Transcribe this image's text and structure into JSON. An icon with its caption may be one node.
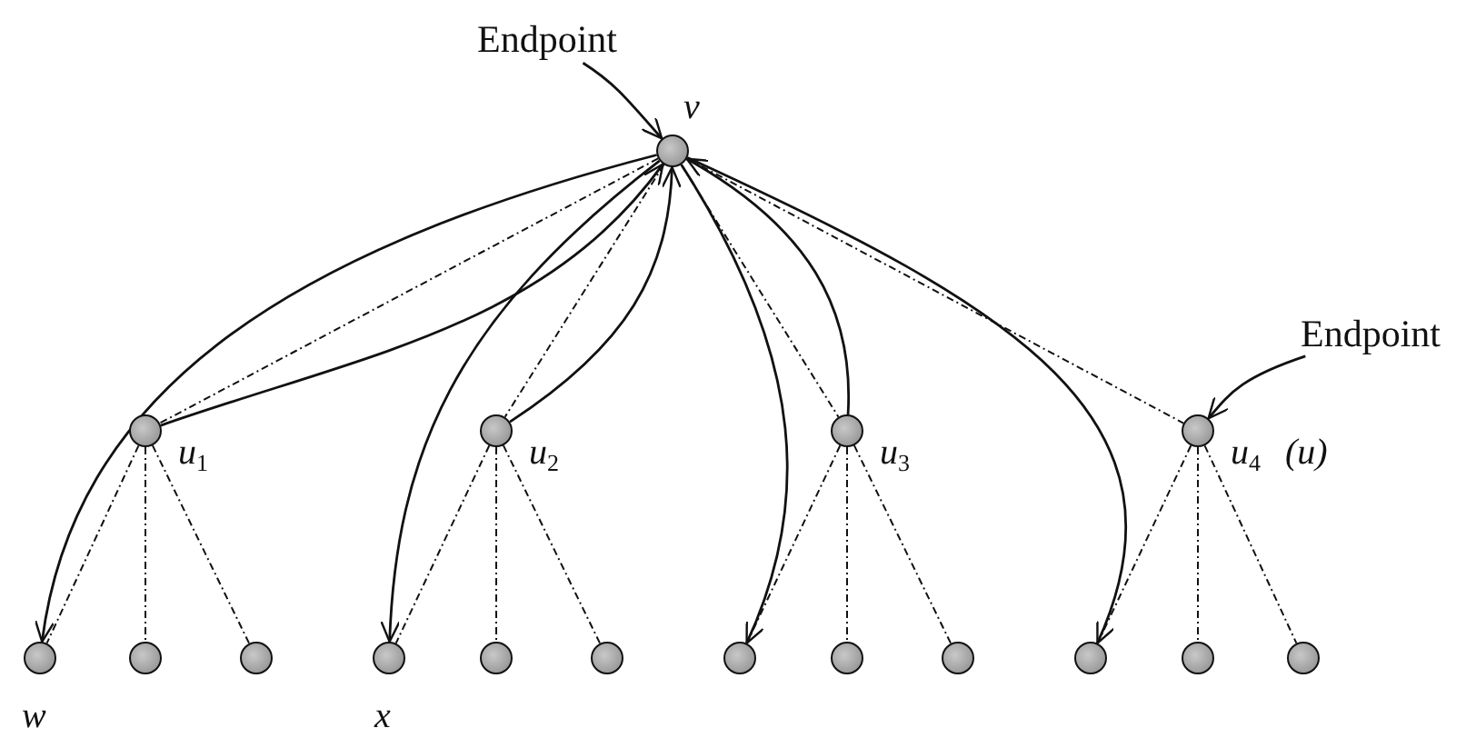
{
  "diagram": {
    "nodes": [
      {
        "text": [],
        "shape": "circle",
        "beside": [
          "v"
        ]
      },
      {
        "text": [],
        "shape": "circle",
        "beside": [
          "u$_{1}$"
        ]
      },
      {
        "text": [],
        "shape": "circle",
        "beside": [
          "u$_{2}$"
        ]
      },
      {
        "text": [],
        "shape": "circle",
        "beside": [
          "u$_{3}$"
        ]
      },
      {
        "text": [],
        "shape": "circle",
        "beside": [
          "u$_{4}$",
          "(u)"
        ]
      },
      {
        "text": [],
        "shape": "circle",
        "beside": [
          "w"
        ]
      },
      {
        "text": [],
        "shape": "circle"
      },
      {
        "text": [],
        "shape": "circle"
      },
      {
        "text": [],
        "shape": "circle",
        "beside": [
          "x"
        ]
      },
      {
        "text": [],
        "shape": "circle"
      },
      {
        "text": [],
        "shape": "circle"
      },
      {
        "text": [],
        "shape": "circle"
      },
      {
        "text": [],
        "shape": "circle"
      },
      {
        "text": [],
        "shape": "circle"
      },
      {
        "text": [],
        "shape": "circle"
      },
      {
        "text": [],
        "shape": "circle"
      },
      {
        "text": [],
        "shape": "circle"
      },
      {
        "text": [
          "Endpoint"
        ]
      },
      {
        "text": [
          "Endpoint"
        ]
      }
    ],
    "edges": [
      {
        "from": 0,
        "to": 1,
        "arrow": "none",
        "style": "dashed"
      },
      {
        "from": 0,
        "to": 2,
        "arrow": "none",
        "style": "dashed"
      },
      {
        "from": 0,
        "to": 3,
        "arrow": "none",
        "style": "dashed"
      },
      {
        "from": 0,
        "to": 4,
        "arrow": "none",
        "style": "dashed"
      },
      {
        "from": 1,
        "to": 5,
        "arrow": "none",
        "style": "dashed"
      },
      {
        "from": 1,
        "to": 6,
        "arrow": "none",
        "style": "dashed"
      },
      {
        "from": 1,
        "to": 7,
        "arrow": "none",
        "style": "dashed"
      },
      {
        "from": 2,
        "to": 8,
        "arrow": "none",
        "style": "dashed"
      },
      {
        "from": 2,
        "to": 9,
        "arrow": "none",
        "style": "dashed"
      },
      {
        "from": 2,
        "to": 10,
        "arrow": "none",
        "style": "dashed"
      },
      {
        "from": 3,
        "to": 11,
        "arrow": "none",
        "style": "dashed"
      },
      {
        "from": 3,
        "to": 12,
        "arrow": "none",
        "style": "dashed"
      },
      {
        "from": 3,
        "to": 13,
        "arrow": "none",
        "style": "dashed"
      },
      {
        "from": 4,
        "to": 14,
        "arrow": "none",
        "style": "dashed"
      },
      {
        "from": 4,
        "to": 15,
        "arrow": "none",
        "style": "dashed"
      },
      {
        "from": 4,
        "to": 16,
        "arrow": "none",
        "style": "dashed"
      },
      {
        "from": 0,
        "to": 5,
        "arrow": "to"
      },
      {
        "from": 1,
        "to": 0,
        "arrow": "to"
      },
      {
        "from": 0,
        "to": 8,
        "arrow": "to"
      },
      {
        "from": 2,
        "to": 0,
        "arrow": "to"
      },
      {
        "from": 0,
        "to": 11,
        "arrow": "to"
      },
      {
        "from": 3,
        "to": 0,
        "arrow": "to"
      },
      {
        "from": 0,
        "to": 14,
        "arrow": "to"
      },
      {
        "from": 17,
        "to": 0,
        "arrow": "to"
      },
      {
        "from": 18,
        "to": 4,
        "arrow": "to"
      }
    ]
  }
}
